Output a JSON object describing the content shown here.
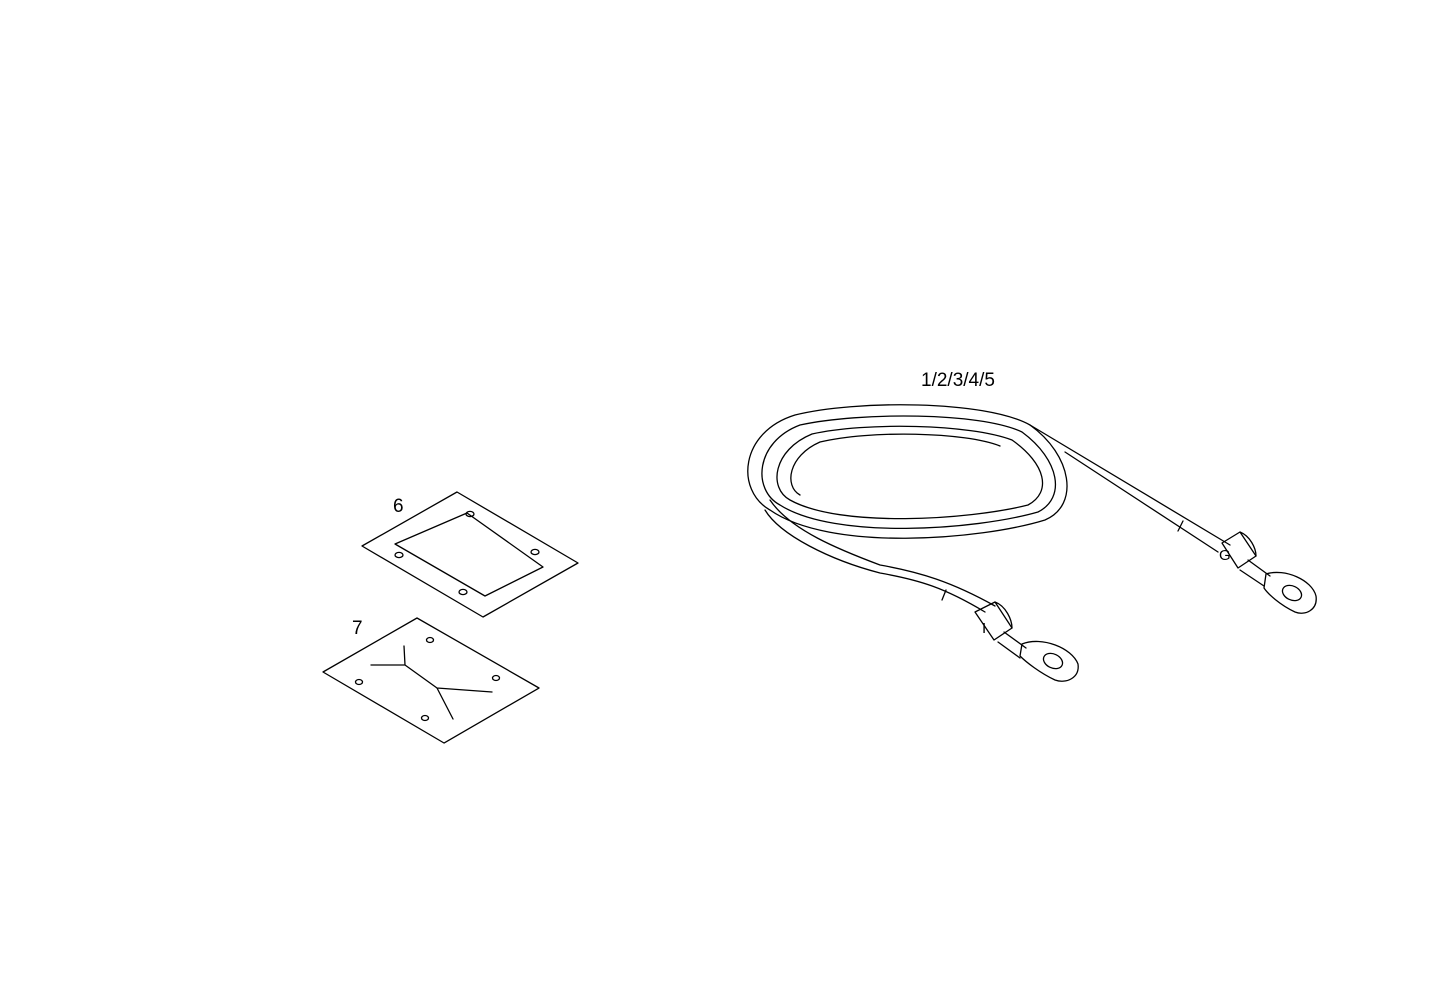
{
  "diagram": {
    "callouts": {
      "cable": "1/2/3/4/5",
      "gasket_frame": "6",
      "gasket_plate": "7"
    },
    "terminal_marks": {
      "end_a": "I",
      "end_b": "G"
    }
  }
}
